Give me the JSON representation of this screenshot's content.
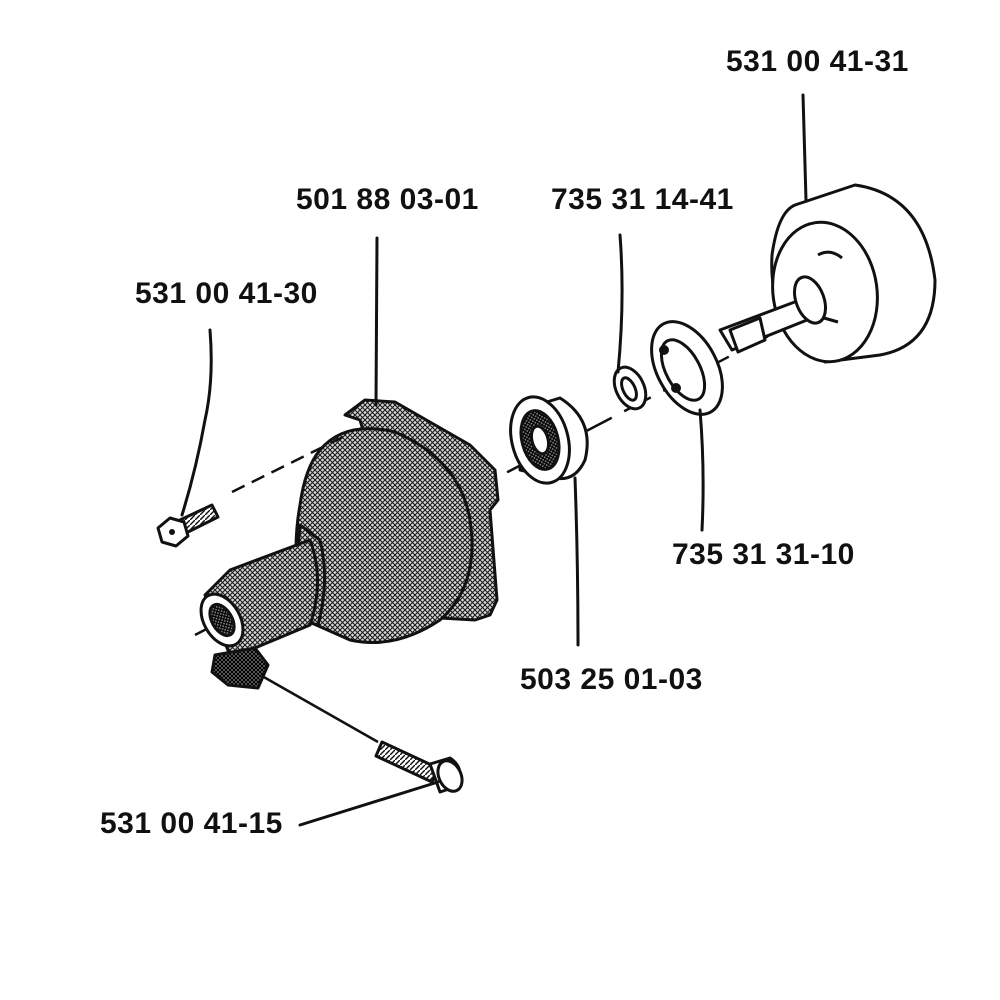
{
  "parts": {
    "clutch_drum": "531 00 41-31",
    "gear_housing": "501 88 03-01",
    "circlip": "735 31 14-41",
    "housing_screw": "531 00 41-30",
    "retaining_ring": "735 31 31-10",
    "ball_bearing": "503 25 01-03",
    "clamp_screw": "531 00 41-15"
  }
}
